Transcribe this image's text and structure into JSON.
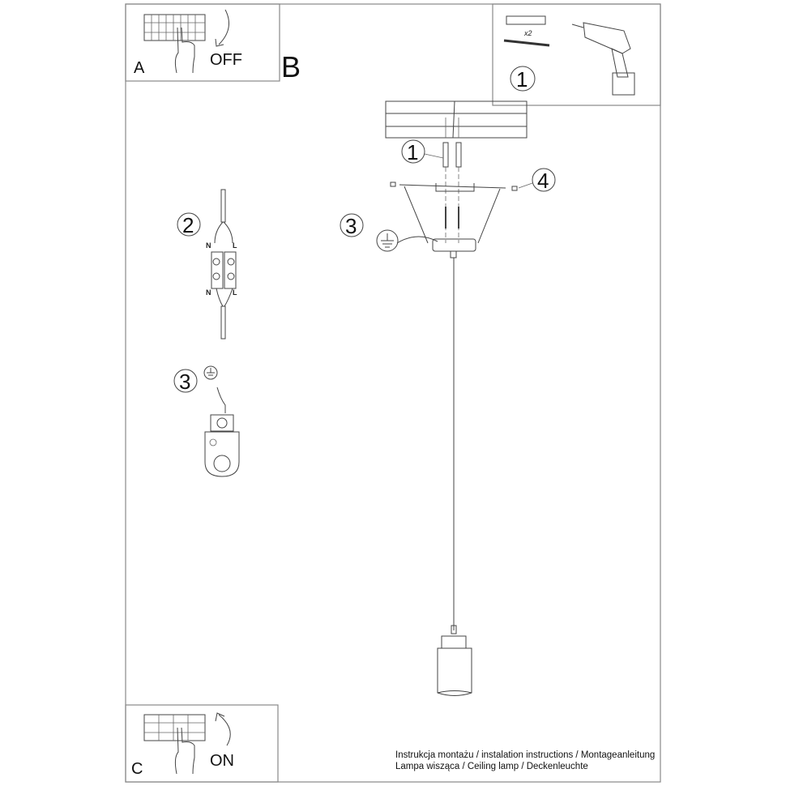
{
  "panel_a": {
    "letter": "A",
    "action": "OFF"
  },
  "panel_b": {
    "letter": "B"
  },
  "panel_c": {
    "letter": "C",
    "action": "ON"
  },
  "tools_panel": {
    "quantity": "x2",
    "step": "1"
  },
  "steps": {
    "step1": "1",
    "step2": "2",
    "step3": "3",
    "step3_detail": "3",
    "step4": "4"
  },
  "wiring": {
    "neutral_top": "N",
    "live_top": "L",
    "neutral_bottom": "N",
    "live_bottom": "L"
  },
  "footer": {
    "line1": "Instrukcja montażu / instalation instructions / Montageanleitung",
    "line2": "Lampa wisząca / Ceiling lamp / Deckenleuchte"
  }
}
